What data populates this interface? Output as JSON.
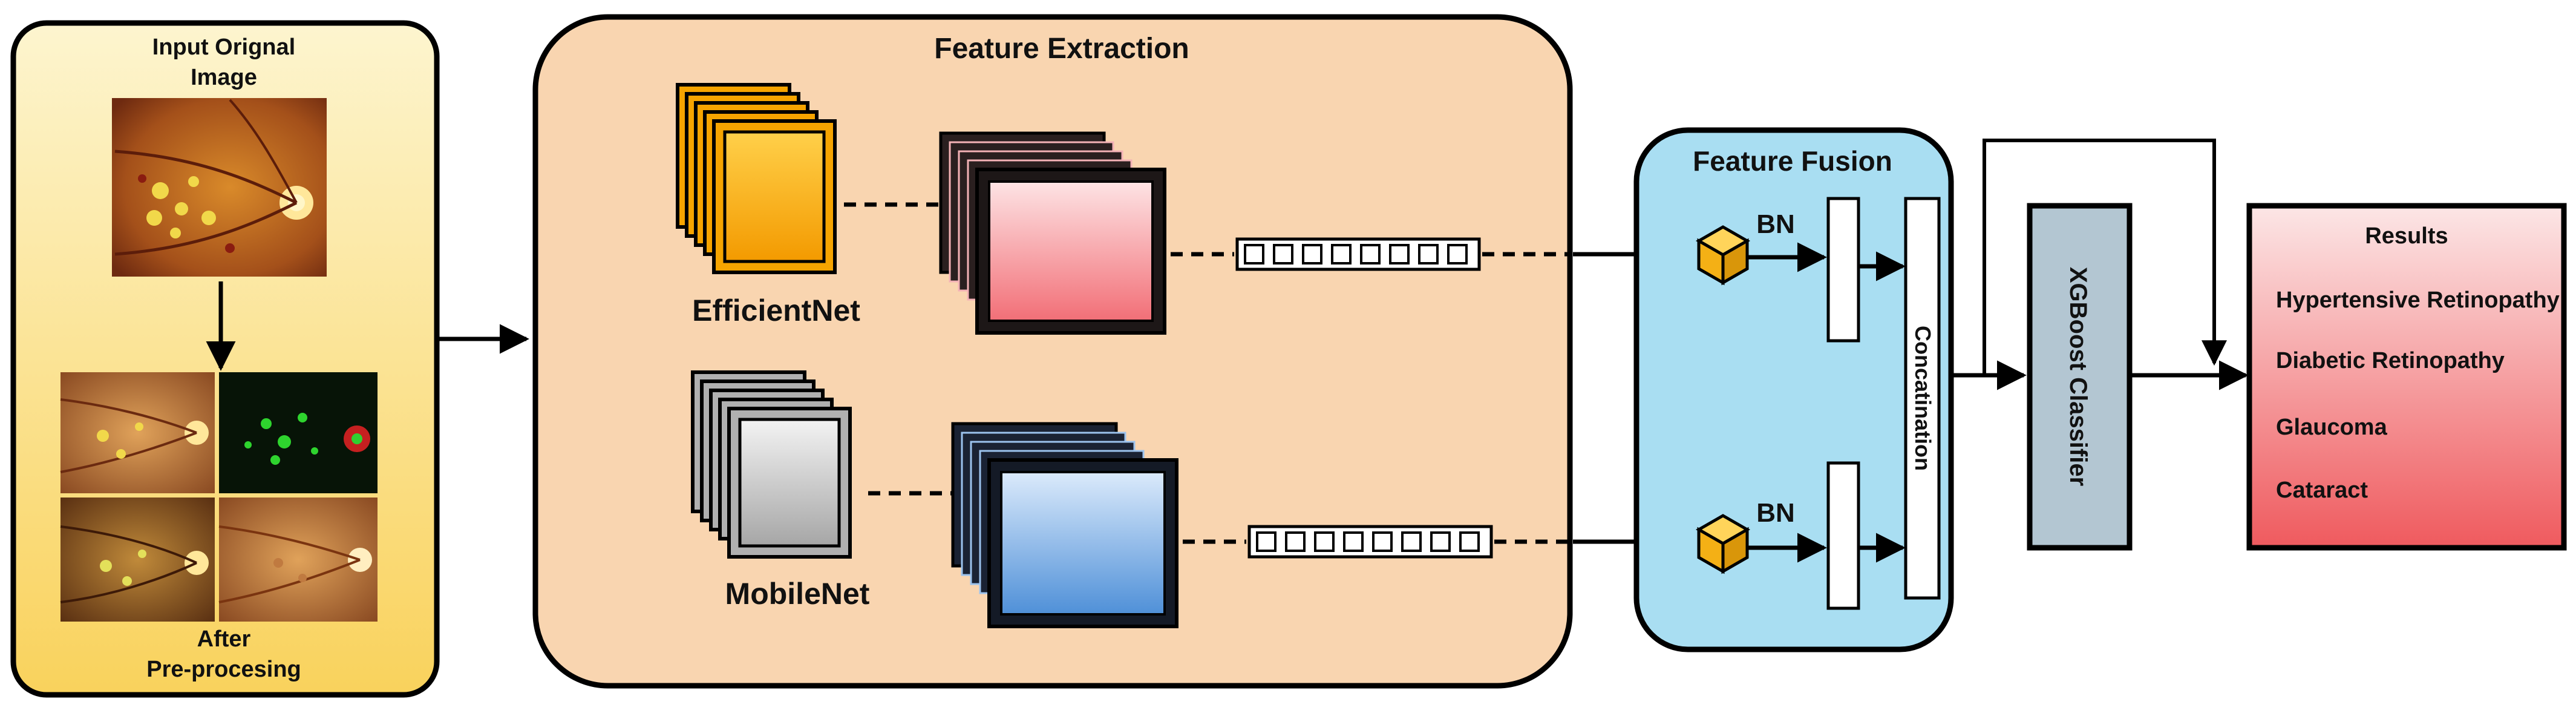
{
  "input_panel": {
    "title_line1": "Input Orignal",
    "title_line2": "Image",
    "caption_line1": "After",
    "caption_line2": "Pre-procesing"
  },
  "feature_extraction": {
    "title": "Feature Extraction",
    "model_top": "EfficientNet",
    "model_bottom": "MobileNet"
  },
  "feature_fusion": {
    "title": "Feature Fusion",
    "bn_top": "BN",
    "bn_bottom": "BN",
    "concat_label": "Concatination"
  },
  "classifier": {
    "label": "XGBoost Classifier"
  },
  "results": {
    "title": "Results",
    "items": [
      "Hypertensive Retinopathy",
      "Diabetic Retinopathy",
      "Glaucoma",
      "Cataract"
    ]
  },
  "colors": {
    "input_panel_top": "#fdf5cf",
    "input_panel_bottom": "#f9d25c",
    "feature_extraction_bg": "#f9d5b0",
    "feature_fusion_bg": "#a9def2",
    "classifier_bg": "#b3c6d2",
    "results_top": "#fce6e6",
    "results_bottom": "#ef5a5e",
    "efficientnet_orange": "#f6a400",
    "efficientnet_map": "#f47a80",
    "mobilenet_grey": "#b0b0b0",
    "mobilenet_map": "#5c9ddd",
    "bn_cube": "#f4b015"
  },
  "icons": {
    "fundus_image": "retina-fundus-icon",
    "bn_block": "cube-icon"
  }
}
